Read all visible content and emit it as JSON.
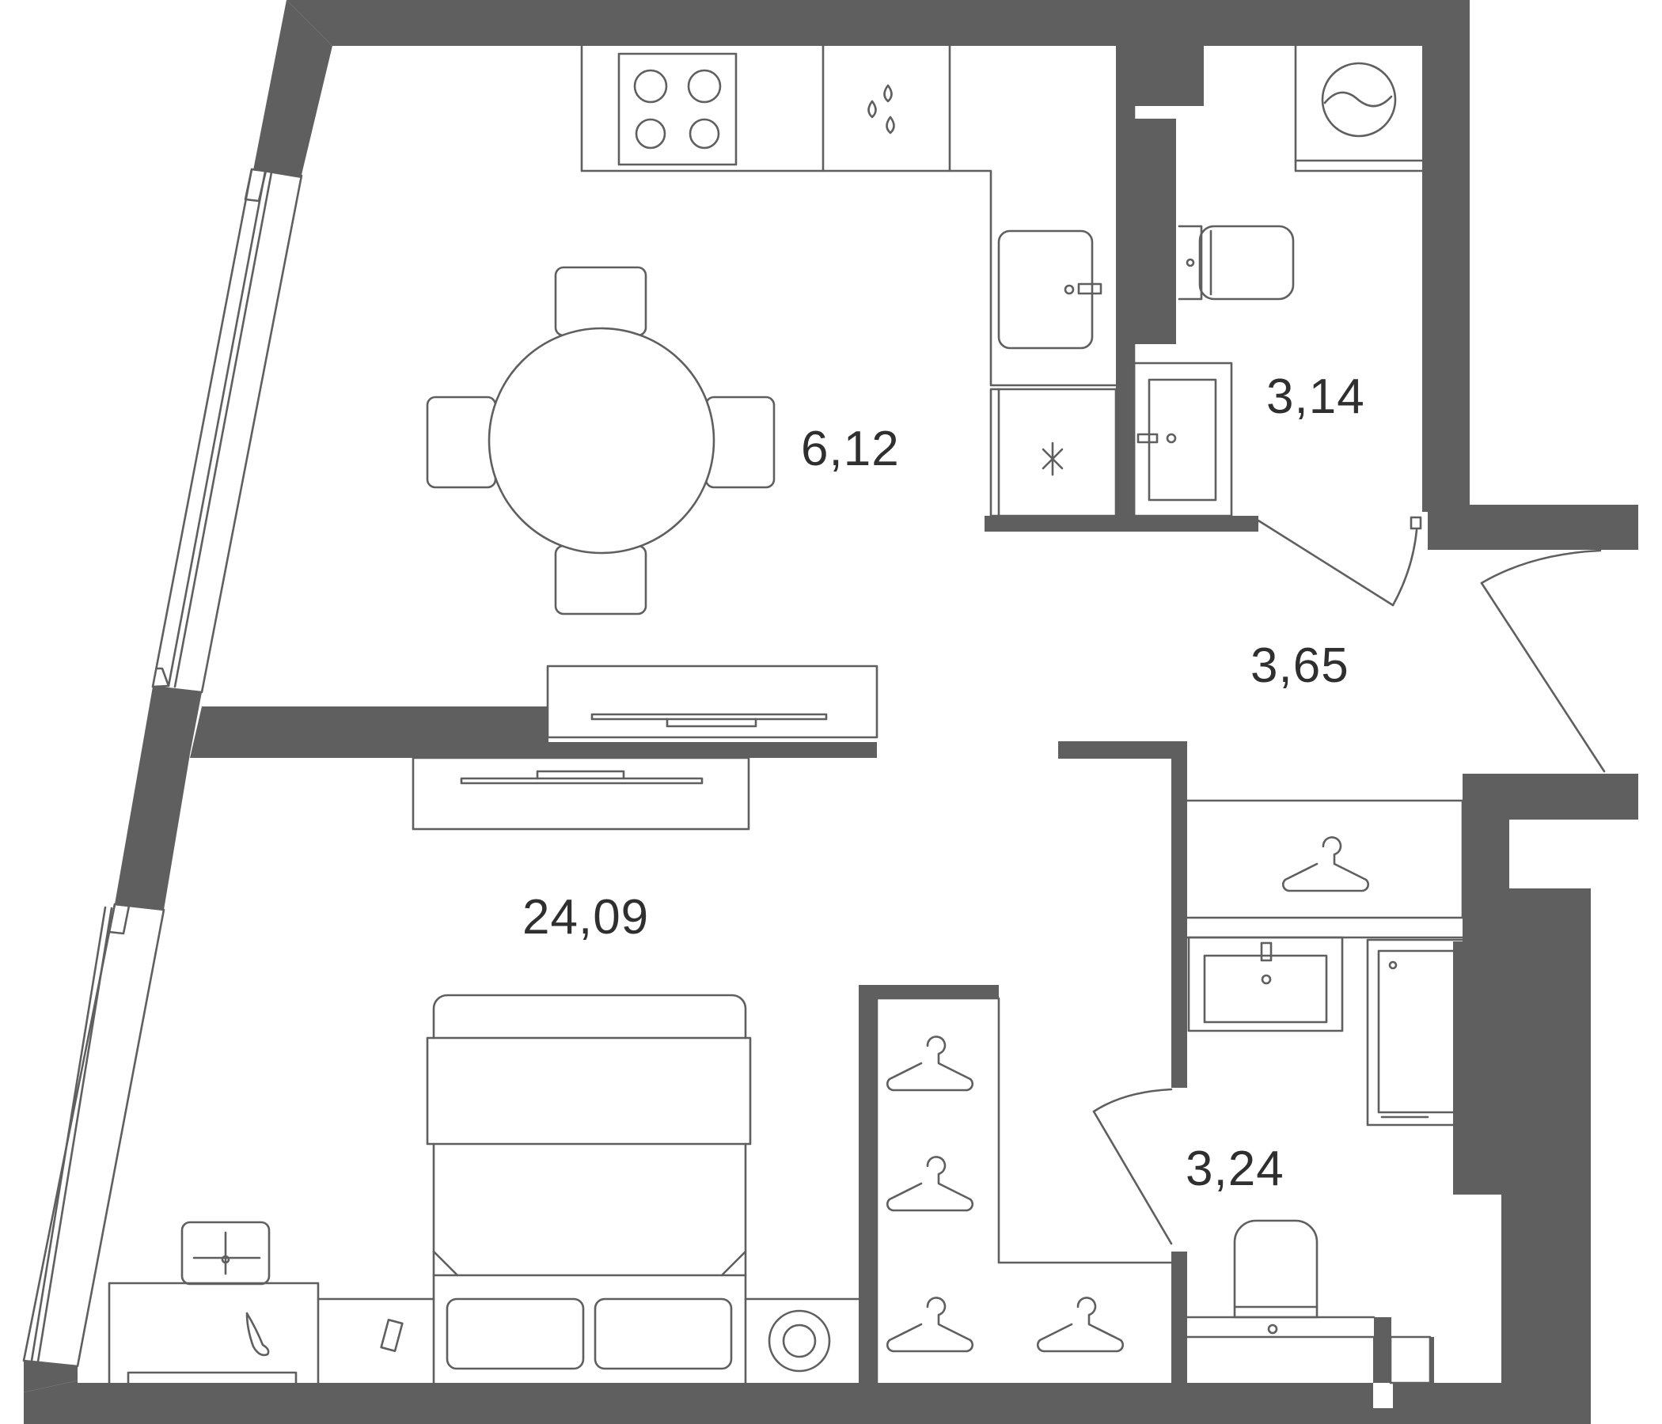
{
  "floor_plan": {
    "rooms": [
      {
        "id": "kitchen",
        "area": "6,12"
      },
      {
        "id": "bathroom-top",
        "area": "3,14"
      },
      {
        "id": "hallway",
        "area": "3,65"
      },
      {
        "id": "living-room",
        "area": "24,09"
      },
      {
        "id": "bathroom-bottom",
        "area": "3,24"
      }
    ],
    "colors": {
      "wall": "#5f5f5f",
      "line": "#5f5f5f",
      "text": "#2f2f2f",
      "background": "#ffffff"
    },
    "icons": [
      "stove-icon",
      "sink-icon",
      "dishwasher-icon",
      "fridge-icon",
      "dining-table-icon",
      "tv-icon",
      "washing-machine-icon",
      "toilet-icon",
      "bathroom-sink-icon",
      "shower-icon",
      "hanger-icon",
      "bed-icon",
      "desk-icon",
      "chair-icon",
      "lamp-icon",
      "speaker-icon",
      "door-icon",
      "window-icon"
    ]
  }
}
